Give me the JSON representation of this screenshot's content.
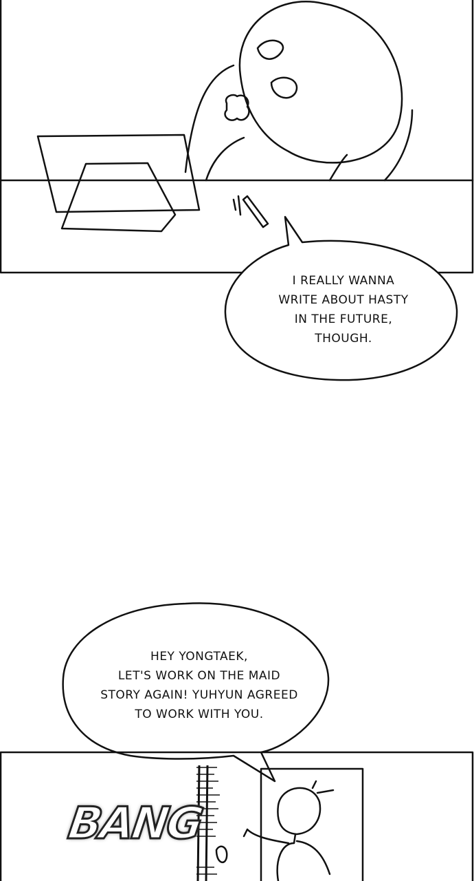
{
  "panel1": {
    "bubble_lines": [
      "I REALLY WANNA",
      "WRITE ABOUT HASTY",
      "IN THE FUTURE,",
      "THOUGH."
    ]
  },
  "panel2": {
    "bubble_lines": [
      "HEY YONGTAEK,",
      "LET'S WORK ON THE MAID",
      "STORY AGAIN! YUHYUN AGREED",
      "TO WORK WITH YOU."
    ],
    "sound_effect": "BANG"
  }
}
